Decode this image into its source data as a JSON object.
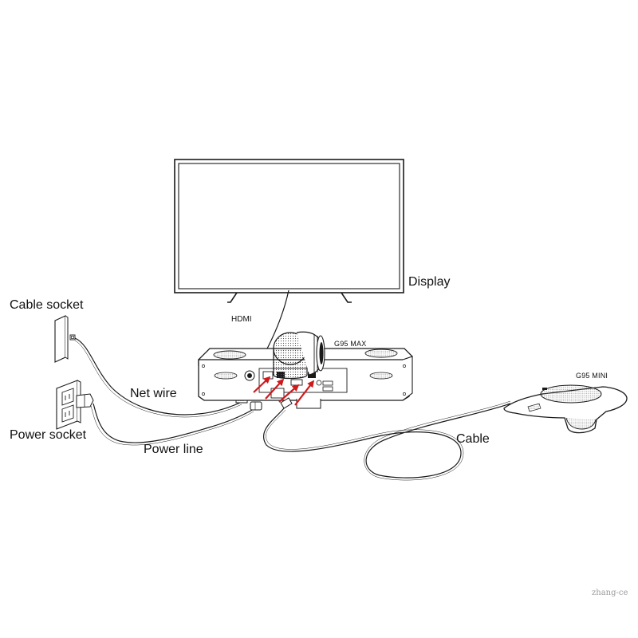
{
  "labels": {
    "display": "Display",
    "hdmi": "HDMI",
    "cable_socket": "Cable socket",
    "net_wire": "Net wire",
    "power_socket": "Power socket",
    "power_line": "Power line",
    "cable": "Cable",
    "g95_max": "G95 MAX",
    "g95_mini": "G95 MINI"
  },
  "watermark": "zhang-ce",
  "colors": {
    "line": "#1a1a1a",
    "arrow": "#d0191c",
    "background": "#ffffff"
  }
}
